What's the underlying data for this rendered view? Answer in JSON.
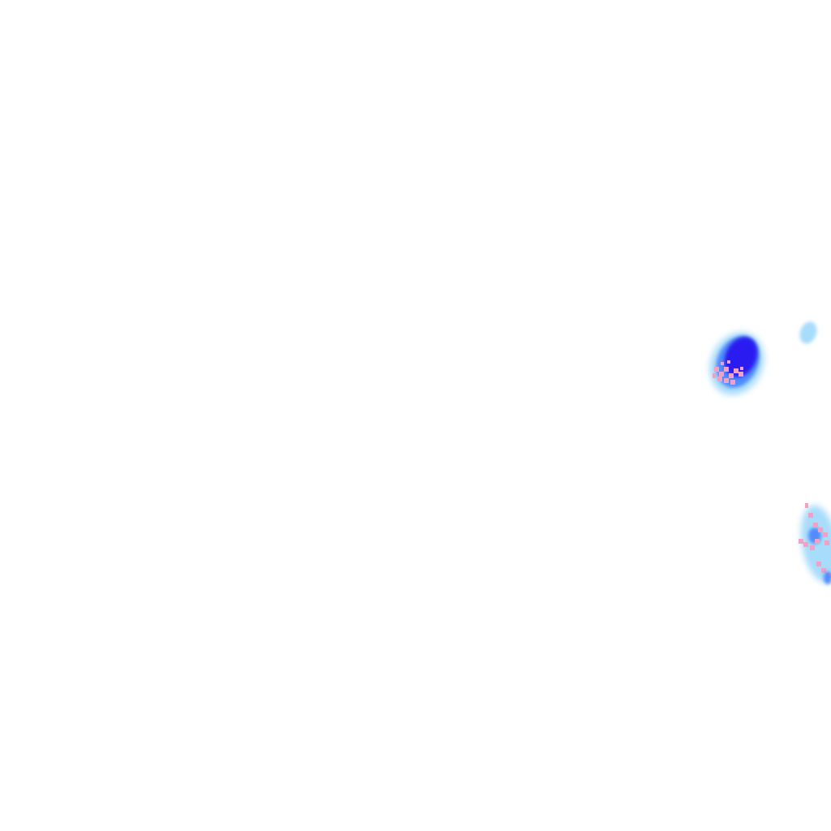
{
  "tile": {
    "background": "#ffffff",
    "palette": {
      "light": "#a8dcfb",
      "moderate": "#4f8cff",
      "heavy": "#2a1ff0",
      "mixed": "#f2a0c4"
    },
    "echoes": [
      {
        "name": "cell-north-east",
        "intensity": "heavy"
      },
      {
        "name": "cell-far-east-small",
        "intensity": "light"
      },
      {
        "name": "cell-south-east-edge",
        "intensity": "mixed"
      }
    ]
  }
}
